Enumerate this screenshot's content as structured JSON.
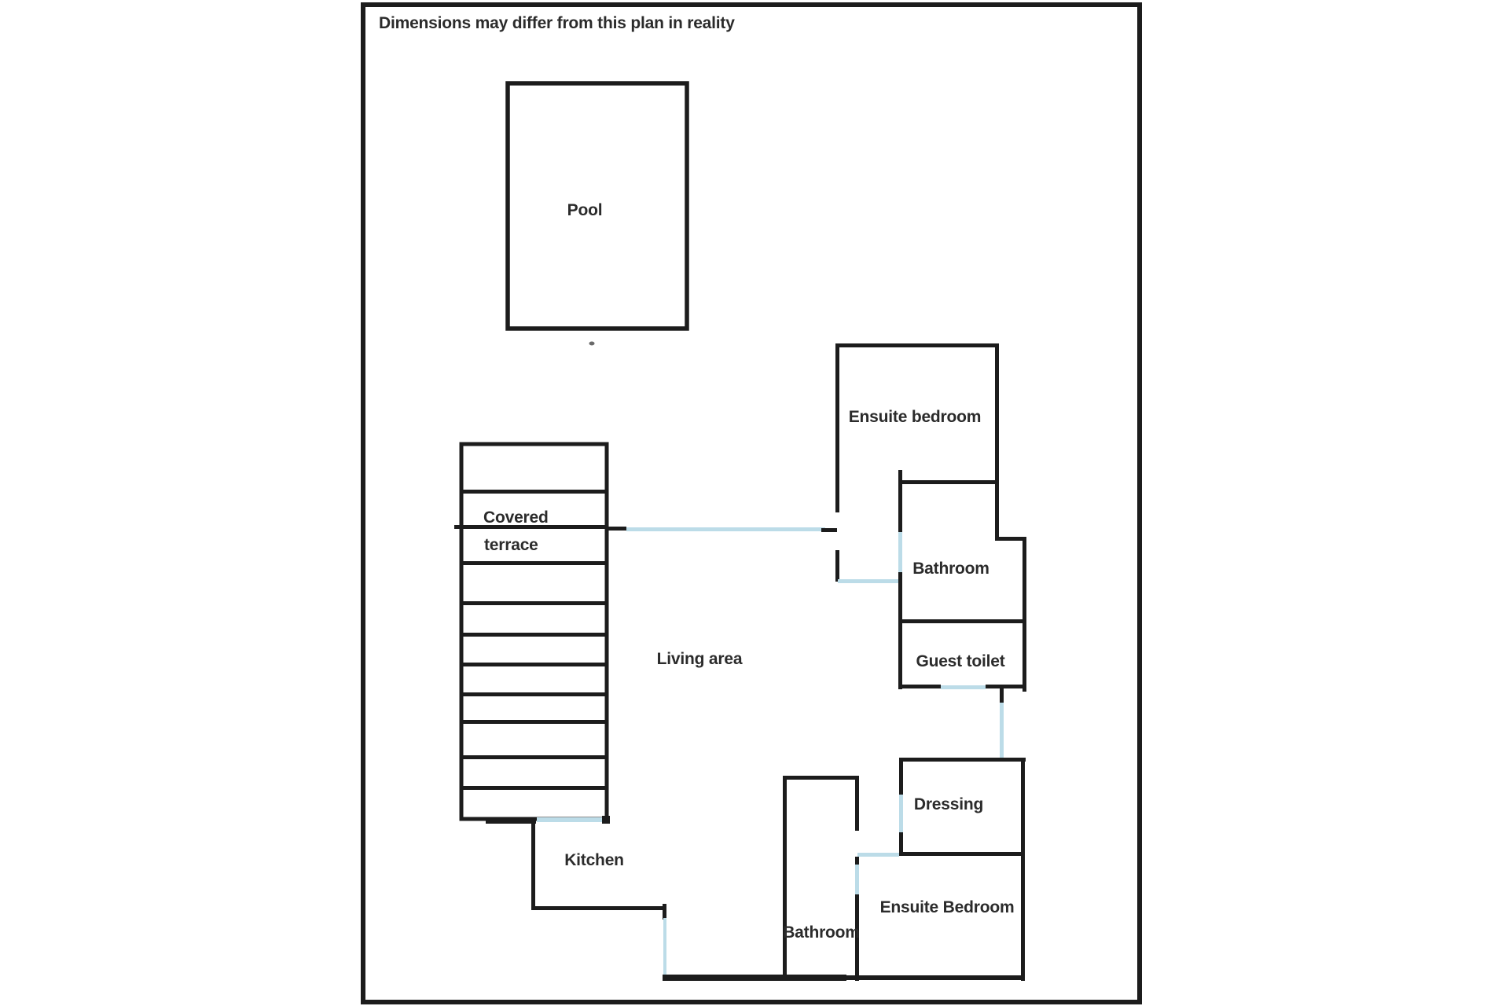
{
  "note": "Dimensions may differ from this plan in reality",
  "colors": {
    "wall": "#1c1c1c",
    "door": "#bcdce8",
    "text": "#2b2b2b",
    "background": "#ffffff"
  },
  "rooms": {
    "pool": "Pool",
    "covered_terrace_line1": "Covered",
    "covered_terrace_line2": "terrace",
    "living_area": "Living area",
    "kitchen": "Kitchen",
    "ensuite_bedroom_top": "Ensuite bedroom",
    "bathroom_top": "Bathroom",
    "guest_toilet": "Guest toilet",
    "dressing": "Dressing",
    "ensuite_bedroom_bottom": "Ensuite Bedroom",
    "bathroom_bottom": "Bathroom"
  }
}
